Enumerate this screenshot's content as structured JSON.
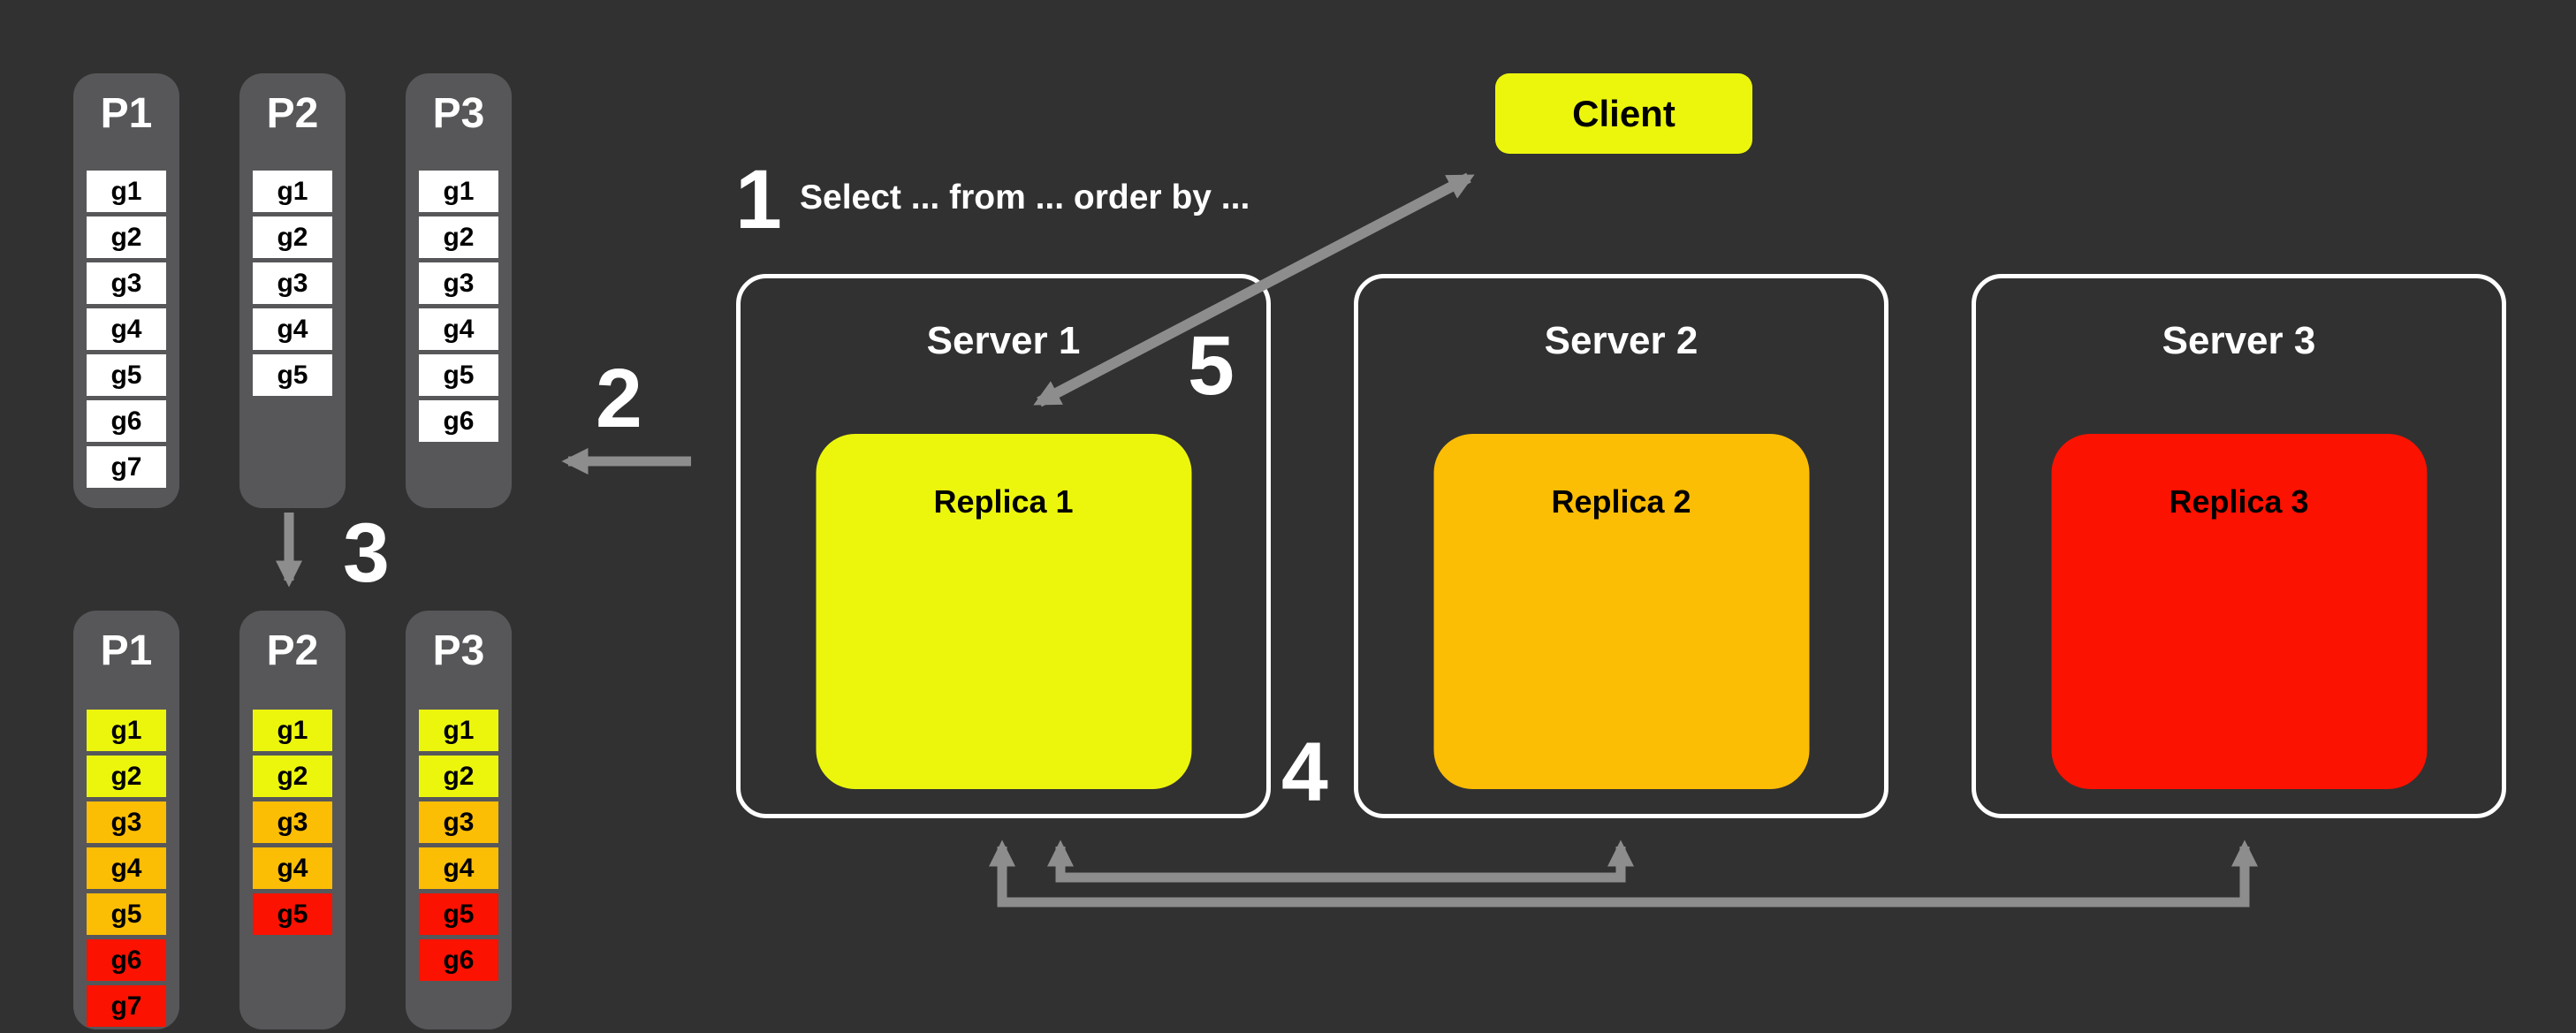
{
  "colors": {
    "background": "#313131",
    "column_gray": "#57575a",
    "arrow_gray": "#8d8d8d",
    "yellow": "#ecf60d",
    "orange": "#fcbd05",
    "red": "#fc1200",
    "white_cell": "#ffffff"
  },
  "steps": {
    "1": {
      "number": "1",
      "query": "Select ... from ... order by ..."
    },
    "2": {
      "number": "2"
    },
    "3": {
      "number": "3"
    },
    "4": {
      "number": "4"
    },
    "5": {
      "number": "5"
    }
  },
  "client": {
    "label": "Client",
    "color": "#ecf60d"
  },
  "servers": [
    {
      "label": "Server 1",
      "replica": {
        "label": "Replica 1",
        "color": "#ecf60d"
      }
    },
    {
      "label": "Server 2",
      "replica": {
        "label": "Replica 2",
        "color": "#fcbd05"
      }
    },
    {
      "label": "Server 3",
      "replica": {
        "label": "Replica 3",
        "color": "#fc1200"
      }
    }
  ],
  "partitions_before": [
    {
      "label": "P1",
      "cells": [
        {
          "label": "g1",
          "color": "#ffffff"
        },
        {
          "label": "g2",
          "color": "#ffffff"
        },
        {
          "label": "g3",
          "color": "#ffffff"
        },
        {
          "label": "g4",
          "color": "#ffffff"
        },
        {
          "label": "g5",
          "color": "#ffffff"
        },
        {
          "label": "g6",
          "color": "#ffffff"
        },
        {
          "label": "g7",
          "color": "#ffffff"
        }
      ]
    },
    {
      "label": "P2",
      "cells": [
        {
          "label": "g1",
          "color": "#ffffff"
        },
        {
          "label": "g2",
          "color": "#ffffff"
        },
        {
          "label": "g3",
          "color": "#ffffff"
        },
        {
          "label": "g4",
          "color": "#ffffff"
        },
        {
          "label": "g5",
          "color": "#ffffff"
        }
      ]
    },
    {
      "label": "P3",
      "cells": [
        {
          "label": "g1",
          "color": "#ffffff"
        },
        {
          "label": "g2",
          "color": "#ffffff"
        },
        {
          "label": "g3",
          "color": "#ffffff"
        },
        {
          "label": "g4",
          "color": "#ffffff"
        },
        {
          "label": "g5",
          "color": "#ffffff"
        },
        {
          "label": "g6",
          "color": "#ffffff"
        }
      ]
    }
  ],
  "partitions_after": [
    {
      "label": "P1",
      "cells": [
        {
          "label": "g1",
          "color": "#ecf60d"
        },
        {
          "label": "g2",
          "color": "#ecf60d"
        },
        {
          "label": "g3",
          "color": "#fcbd05"
        },
        {
          "label": "g4",
          "color": "#fcbd05"
        },
        {
          "label": "g5",
          "color": "#fcbd05"
        },
        {
          "label": "g6",
          "color": "#fc1200"
        },
        {
          "label": "g7",
          "color": "#fc1200"
        }
      ]
    },
    {
      "label": "P2",
      "cells": [
        {
          "label": "g1",
          "color": "#ecf60d"
        },
        {
          "label": "g2",
          "color": "#ecf60d"
        },
        {
          "label": "g3",
          "color": "#fcbd05"
        },
        {
          "label": "g4",
          "color": "#fcbd05"
        },
        {
          "label": "g5",
          "color": "#fc1200"
        }
      ]
    },
    {
      "label": "P3",
      "cells": [
        {
          "label": "g1",
          "color": "#ecf60d"
        },
        {
          "label": "g2",
          "color": "#ecf60d"
        },
        {
          "label": "g3",
          "color": "#fcbd05"
        },
        {
          "label": "g4",
          "color": "#fcbd05"
        },
        {
          "label": "g5",
          "color": "#fc1200"
        },
        {
          "label": "g6",
          "color": "#fc1200"
        }
      ]
    }
  ]
}
